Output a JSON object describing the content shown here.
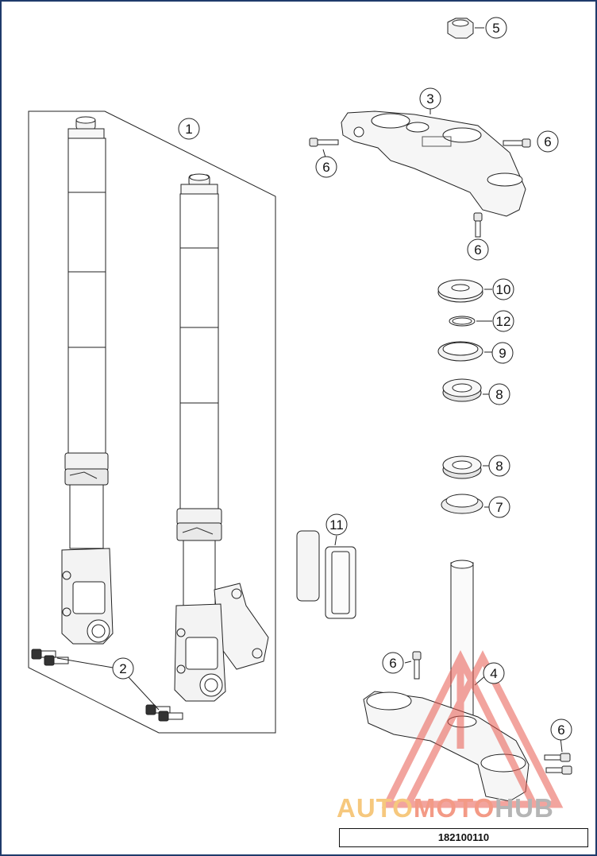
{
  "callouts": [
    {
      "id": "c1",
      "label": "1"
    },
    {
      "id": "c2",
      "label": "2"
    },
    {
      "id": "c3",
      "label": "3"
    },
    {
      "id": "c4",
      "label": "4"
    },
    {
      "id": "c5",
      "label": "5"
    },
    {
      "id": "c6a",
      "label": "6"
    },
    {
      "id": "c6b",
      "label": "6"
    },
    {
      "id": "c6c",
      "label": "6"
    },
    {
      "id": "c6d",
      "label": "6"
    },
    {
      "id": "c6e",
      "label": "6"
    },
    {
      "id": "c7",
      "label": "7"
    },
    {
      "id": "c8a",
      "label": "8"
    },
    {
      "id": "c8b",
      "label": "8"
    },
    {
      "id": "c9",
      "label": "9"
    },
    {
      "id": "c10",
      "label": "10"
    },
    {
      "id": "c11",
      "label": "11"
    },
    {
      "id": "c12",
      "label": "12"
    }
  ],
  "watermark": {
    "part1": "AUTO",
    "part2": "MOTO",
    "part3": "HUB"
  },
  "part_number": "182100110",
  "colors": {
    "frame": "#1f3a6b",
    "watermark_triangle": "#e85a50"
  }
}
